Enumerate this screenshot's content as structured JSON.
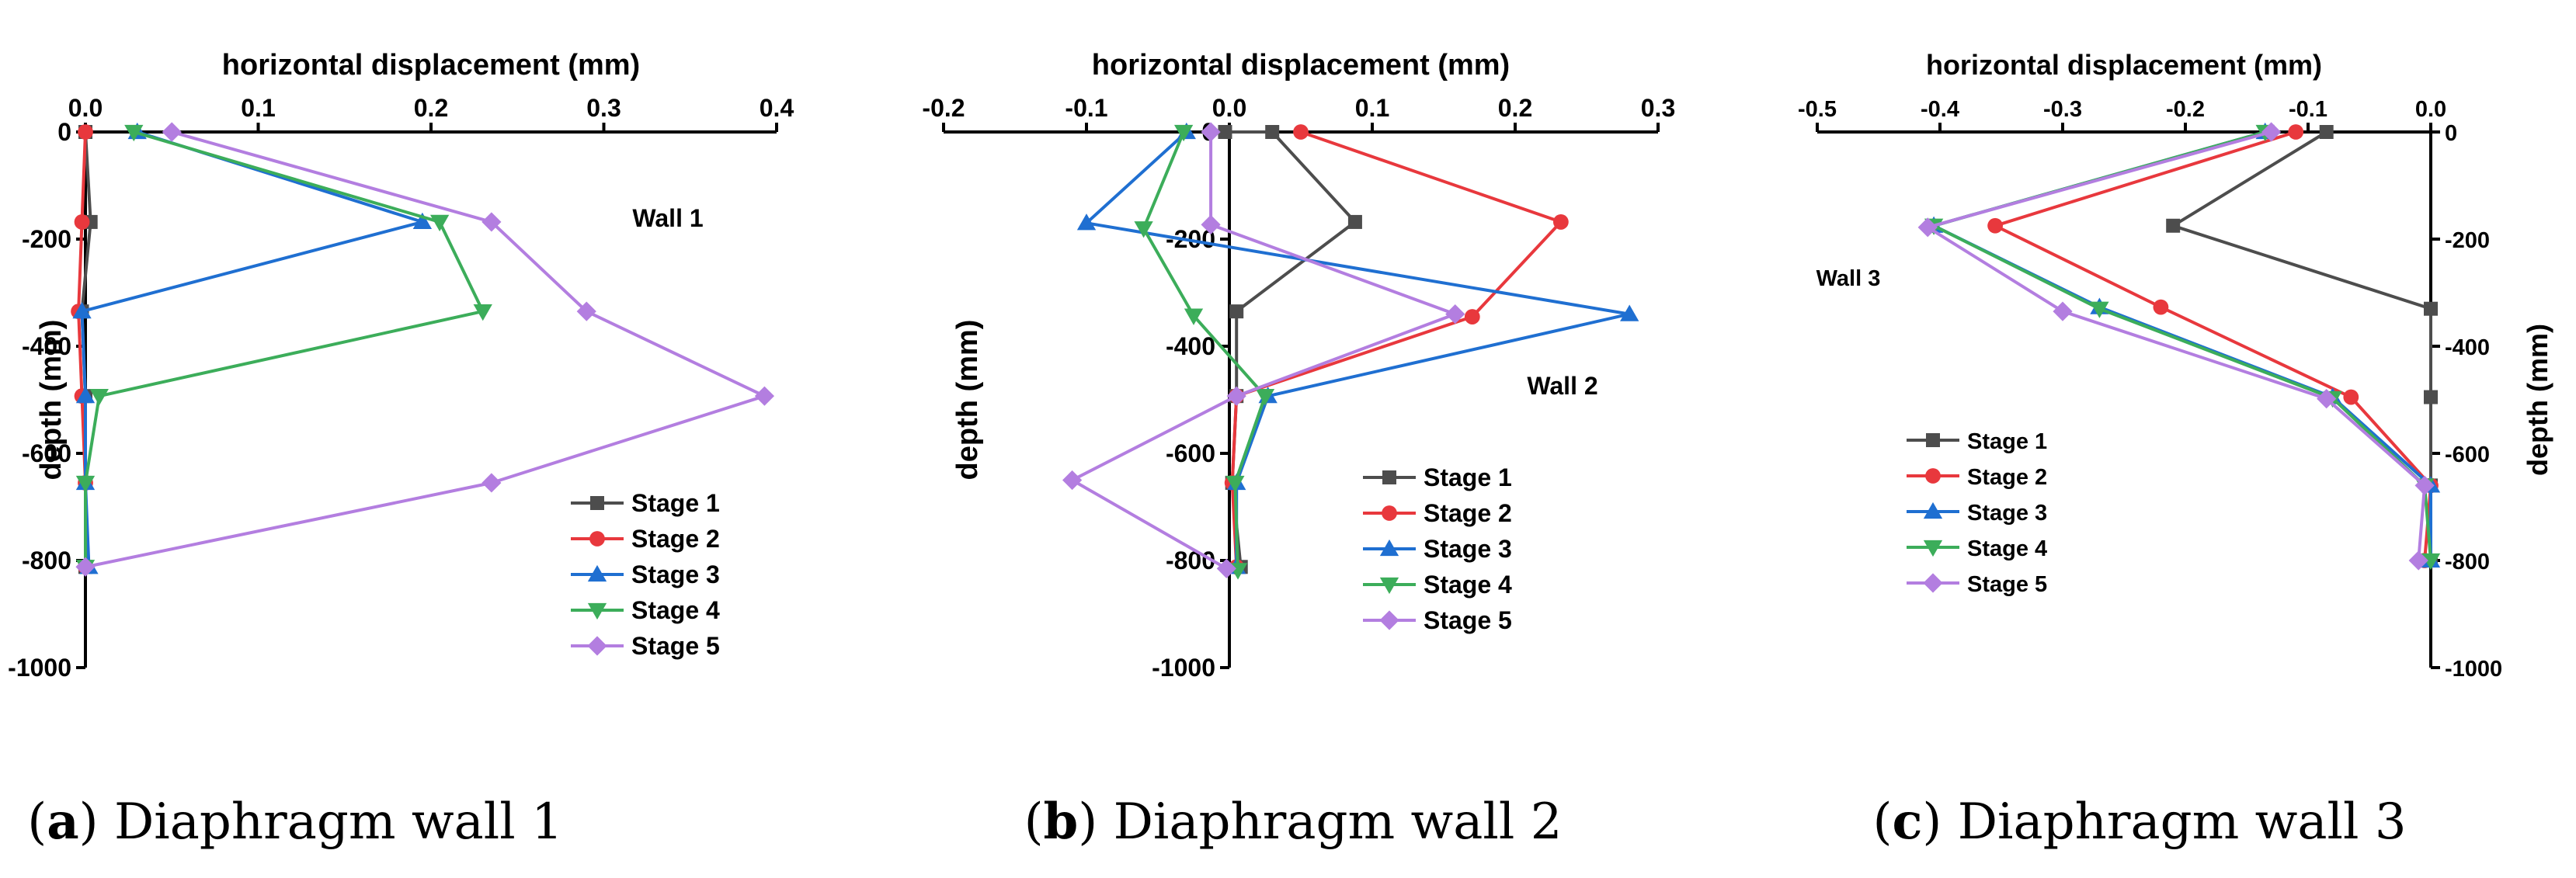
{
  "colors": {
    "stage1": "#4d4d4d",
    "stage2": "#e8383d",
    "stage3": "#1f6fd1",
    "stage4": "#3cad5a",
    "stage5": "#b37ee0"
  },
  "chart_data": [
    {
      "type": "line",
      "xlabel": "horizontal displacement (mm)",
      "ylabel": "depth (mm)",
      "xlim": [
        0.0,
        0.4
      ],
      "ylim": [
        -1000,
        0
      ],
      "xticks": [
        "0.0",
        "0.1",
        "0.2",
        "0.3",
        "0.4"
      ],
      "yticks": [
        "0",
        "-200",
        "-400",
        "-600",
        "-800",
        "-1000"
      ],
      "annotation": "Wall 1",
      "caption_letter": "a",
      "caption_text": ") Diaphragm wall 1",
      "legend": "bottom-right",
      "series": [
        {
          "name": "Stage 1",
          "points": [
            [
              0.0,
              0
            ],
            [
              0.003,
              -168
            ],
            [
              -0.002,
              -335
            ],
            [
              0.0,
              -493
            ],
            [
              0.0,
              -655
            ],
            [
              0.0,
              -812
            ]
          ]
        },
        {
          "name": "Stage 2",
          "points": [
            [
              0.0,
              0
            ],
            [
              -0.002,
              -168
            ],
            [
              -0.004,
              -335
            ],
            [
              -0.002,
              -493
            ],
            [
              0.0,
              -655
            ],
            [
              0.0,
              -812
            ]
          ]
        },
        {
          "name": "Stage 3",
          "points": [
            [
              0.03,
              0
            ],
            [
              0.195,
              -168
            ],
            [
              -0.002,
              -335
            ],
            [
              0.0,
              -493
            ],
            [
              0.0,
              -655
            ],
            [
              0.002,
              -812
            ]
          ]
        },
        {
          "name": "Stage 4",
          "points": [
            [
              0.028,
              0
            ],
            [
              0.205,
              -168
            ],
            [
              0.23,
              -335
            ],
            [
              0.008,
              -493
            ],
            [
              0.0,
              -655
            ],
            [
              0.0,
              -812
            ]
          ]
        },
        {
          "name": "Stage 5",
          "points": [
            [
              0.05,
              0
            ],
            [
              0.235,
              -168
            ],
            [
              0.29,
              -335
            ],
            [
              0.393,
              -493
            ],
            [
              0.235,
              -655
            ],
            [
              0.0,
              -812
            ]
          ]
        }
      ]
    },
    {
      "type": "line",
      "xlabel": "horizontal displacement (mm)",
      "ylabel": "depth (mm)",
      "xlim": [
        -0.2,
        0.3
      ],
      "ylim": [
        -1000,
        0
      ],
      "xticks": [
        "-0.2",
        "-0.1",
        "0.0",
        "0.1",
        "0.2",
        "0.3"
      ],
      "yticks": [
        "0",
        "-200",
        "-400",
        "-600",
        "-800",
        "-1000"
      ],
      "annotation": "Wall 2",
      "caption_letter": "b",
      "caption_text": ") Diaphragm wall 2",
      "legend": "bottom-right",
      "series": [
        {
          "name": "Stage 1",
          "points": [
            [
              -0.003,
              0
            ],
            [
              0.03,
              0
            ],
            [
              0.088,
              -168
            ],
            [
              0.005,
              -335
            ],
            [
              0.005,
              -493
            ],
            [
              0.002,
              -655
            ],
            [
              0.008,
              -812
            ]
          ]
        },
        {
          "name": "Stage 2",
          "points": [
            [
              0.05,
              0
            ],
            [
              0.232,
              -168
            ],
            [
              0.17,
              -345
            ],
            [
              0.005,
              -493
            ],
            [
              0.002,
              -655
            ],
            [
              0.005,
              -812
            ]
          ]
        },
        {
          "name": "Stage 3",
          "points": [
            [
              -0.03,
              0
            ],
            [
              -0.1,
              -170
            ],
            [
              0.28,
              -340
            ],
            [
              0.027,
              -493
            ],
            [
              0.005,
              -655
            ],
            [
              0.005,
              -812
            ]
          ]
        },
        {
          "name": "Stage 4",
          "points": [
            [
              -0.032,
              0
            ],
            [
              -0.06,
              -180
            ],
            [
              -0.025,
              -343
            ],
            [
              0.025,
              -493
            ],
            [
              0.004,
              -655
            ],
            [
              0.006,
              -818
            ]
          ]
        },
        {
          "name": "Stage 5",
          "points": [
            [
              -0.013,
              0
            ],
            [
              -0.013,
              -173
            ],
            [
              0.158,
              -340
            ],
            [
              0.005,
              -493
            ],
            [
              -0.11,
              -650
            ],
            [
              -0.002,
              -815
            ]
          ]
        }
      ]
    },
    {
      "type": "line",
      "xlabel": "horizontal displacement (mm)",
      "ylabel": "depth (mm)",
      "xlim": [
        -0.5,
        0.0
      ],
      "ylim": [
        -1000,
        0
      ],
      "xticks": [
        "-0.5",
        "-0.4",
        "-0.3",
        "-0.2",
        "-0.1",
        "0.0"
      ],
      "yticks": [
        "0",
        "-200",
        "-400",
        "-600",
        "-800",
        "-1000"
      ],
      "annotation": "Wall 3",
      "caption_letter": "c",
      "caption_text": ") Diaphragm wall 3",
      "legend": "bottom-left",
      "series": [
        {
          "name": "Stage 1",
          "points": [
            [
              -0.085,
              0
            ],
            [
              -0.21,
              -175
            ],
            [
              0.0,
              -330
            ],
            [
              0.0,
              -495
            ],
            [
              0.0,
              -660
            ],
            [
              0.0,
              -800
            ]
          ]
        },
        {
          "name": "Stage 2",
          "points": [
            [
              -0.11,
              0
            ],
            [
              -0.355,
              -175
            ],
            [
              -0.22,
              -327
            ],
            [
              -0.065,
              -495
            ],
            [
              0.0,
              -660
            ],
            [
              -0.005,
              -800
            ]
          ]
        },
        {
          "name": "Stage 3",
          "points": [
            [
              -0.135,
              0
            ],
            [
              -0.405,
              -175
            ],
            [
              -0.27,
              -327
            ],
            [
              -0.08,
              -495
            ],
            [
              0.0,
              -660
            ],
            [
              0.0,
              -800
            ]
          ]
        },
        {
          "name": "Stage 4",
          "points": [
            [
              -0.135,
              0
            ],
            [
              -0.405,
              -175
            ],
            [
              -0.27,
              -330
            ],
            [
              -0.08,
              -497
            ],
            [
              -0.005,
              -660
            ],
            [
              0.0,
              -800
            ]
          ]
        },
        {
          "name": "Stage 5",
          "points": [
            [
              -0.13,
              0
            ],
            [
              -0.41,
              -178
            ],
            [
              -0.3,
              -335
            ],
            [
              -0.085,
              -498
            ],
            [
              -0.005,
              -660
            ],
            [
              -0.01,
              -800
            ]
          ]
        }
      ]
    }
  ]
}
